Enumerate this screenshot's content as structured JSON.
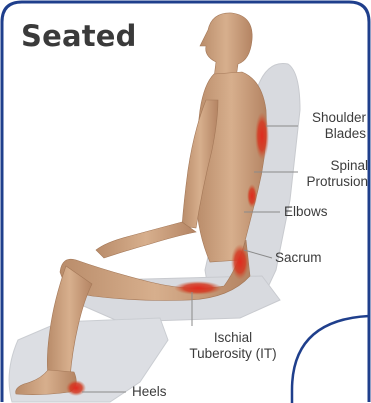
{
  "title": "Seated",
  "colors": {
    "frame": "#1f3f8c",
    "chair": "#d7d9dd",
    "skin": "#caa07e",
    "pressure": "#d8241c",
    "leader": "#8a8a8a",
    "text": "#3a3a3a"
  },
  "labels": {
    "shoulder_blades": [
      "Shoulder",
      "Blades"
    ],
    "spinal_protrusion": [
      "Spinal",
      "Protrusion"
    ],
    "elbows": "Elbows",
    "sacrum": "Sacrum",
    "ischial_tuberosity": [
      "Ischial",
      "Tuberosity (IT)"
    ],
    "heels": "Heels"
  }
}
